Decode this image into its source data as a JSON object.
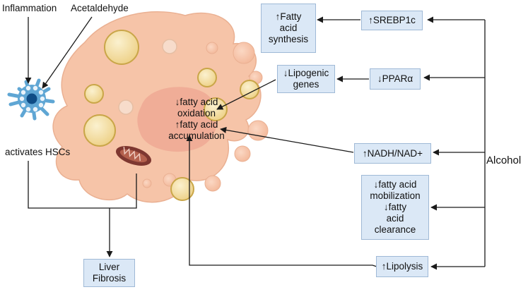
{
  "labels": {
    "inflammation": "Inflammation",
    "acetaldehyde": "Acetaldehyde",
    "activates_hscs": "activates HSCs",
    "alcohol": "Alcohol"
  },
  "center": {
    "line1": "↓fatty acid",
    "line2": "oxidation",
    "line3": "↑fatty acid",
    "line4": "accumulation"
  },
  "boxes": {
    "fatty_synthesis": [
      "↑Fatty",
      "acid",
      "synthesis"
    ],
    "srebp1c": [
      "↑SREBP1c"
    ],
    "lipogenic_genes": [
      "↓Lipogenic",
      "genes"
    ],
    "ppara": [
      "↓PPARα"
    ],
    "nadh": [
      "↑NADH/NAD+"
    ],
    "mobilization": [
      "↓fatty acid",
      "mobilization",
      "↓fatty",
      "acid",
      "clearance"
    ],
    "lipolysis": [
      "↑Lipolysis"
    ],
    "liver_fibrosis": [
      "Liver",
      "Fibrosis"
    ]
  },
  "colors": {
    "cell": "#f6c4a8",
    "cell_edge": "#eab092",
    "lipid": "#f3dfa6",
    "lipid_edge": "#c9a648",
    "box_fill": "#dbe8f6",
    "box_edge": "#9fb9d6",
    "hsc": "#5fa6d4",
    "mito": "#7e3730",
    "arrow": "#1a1a1a"
  }
}
